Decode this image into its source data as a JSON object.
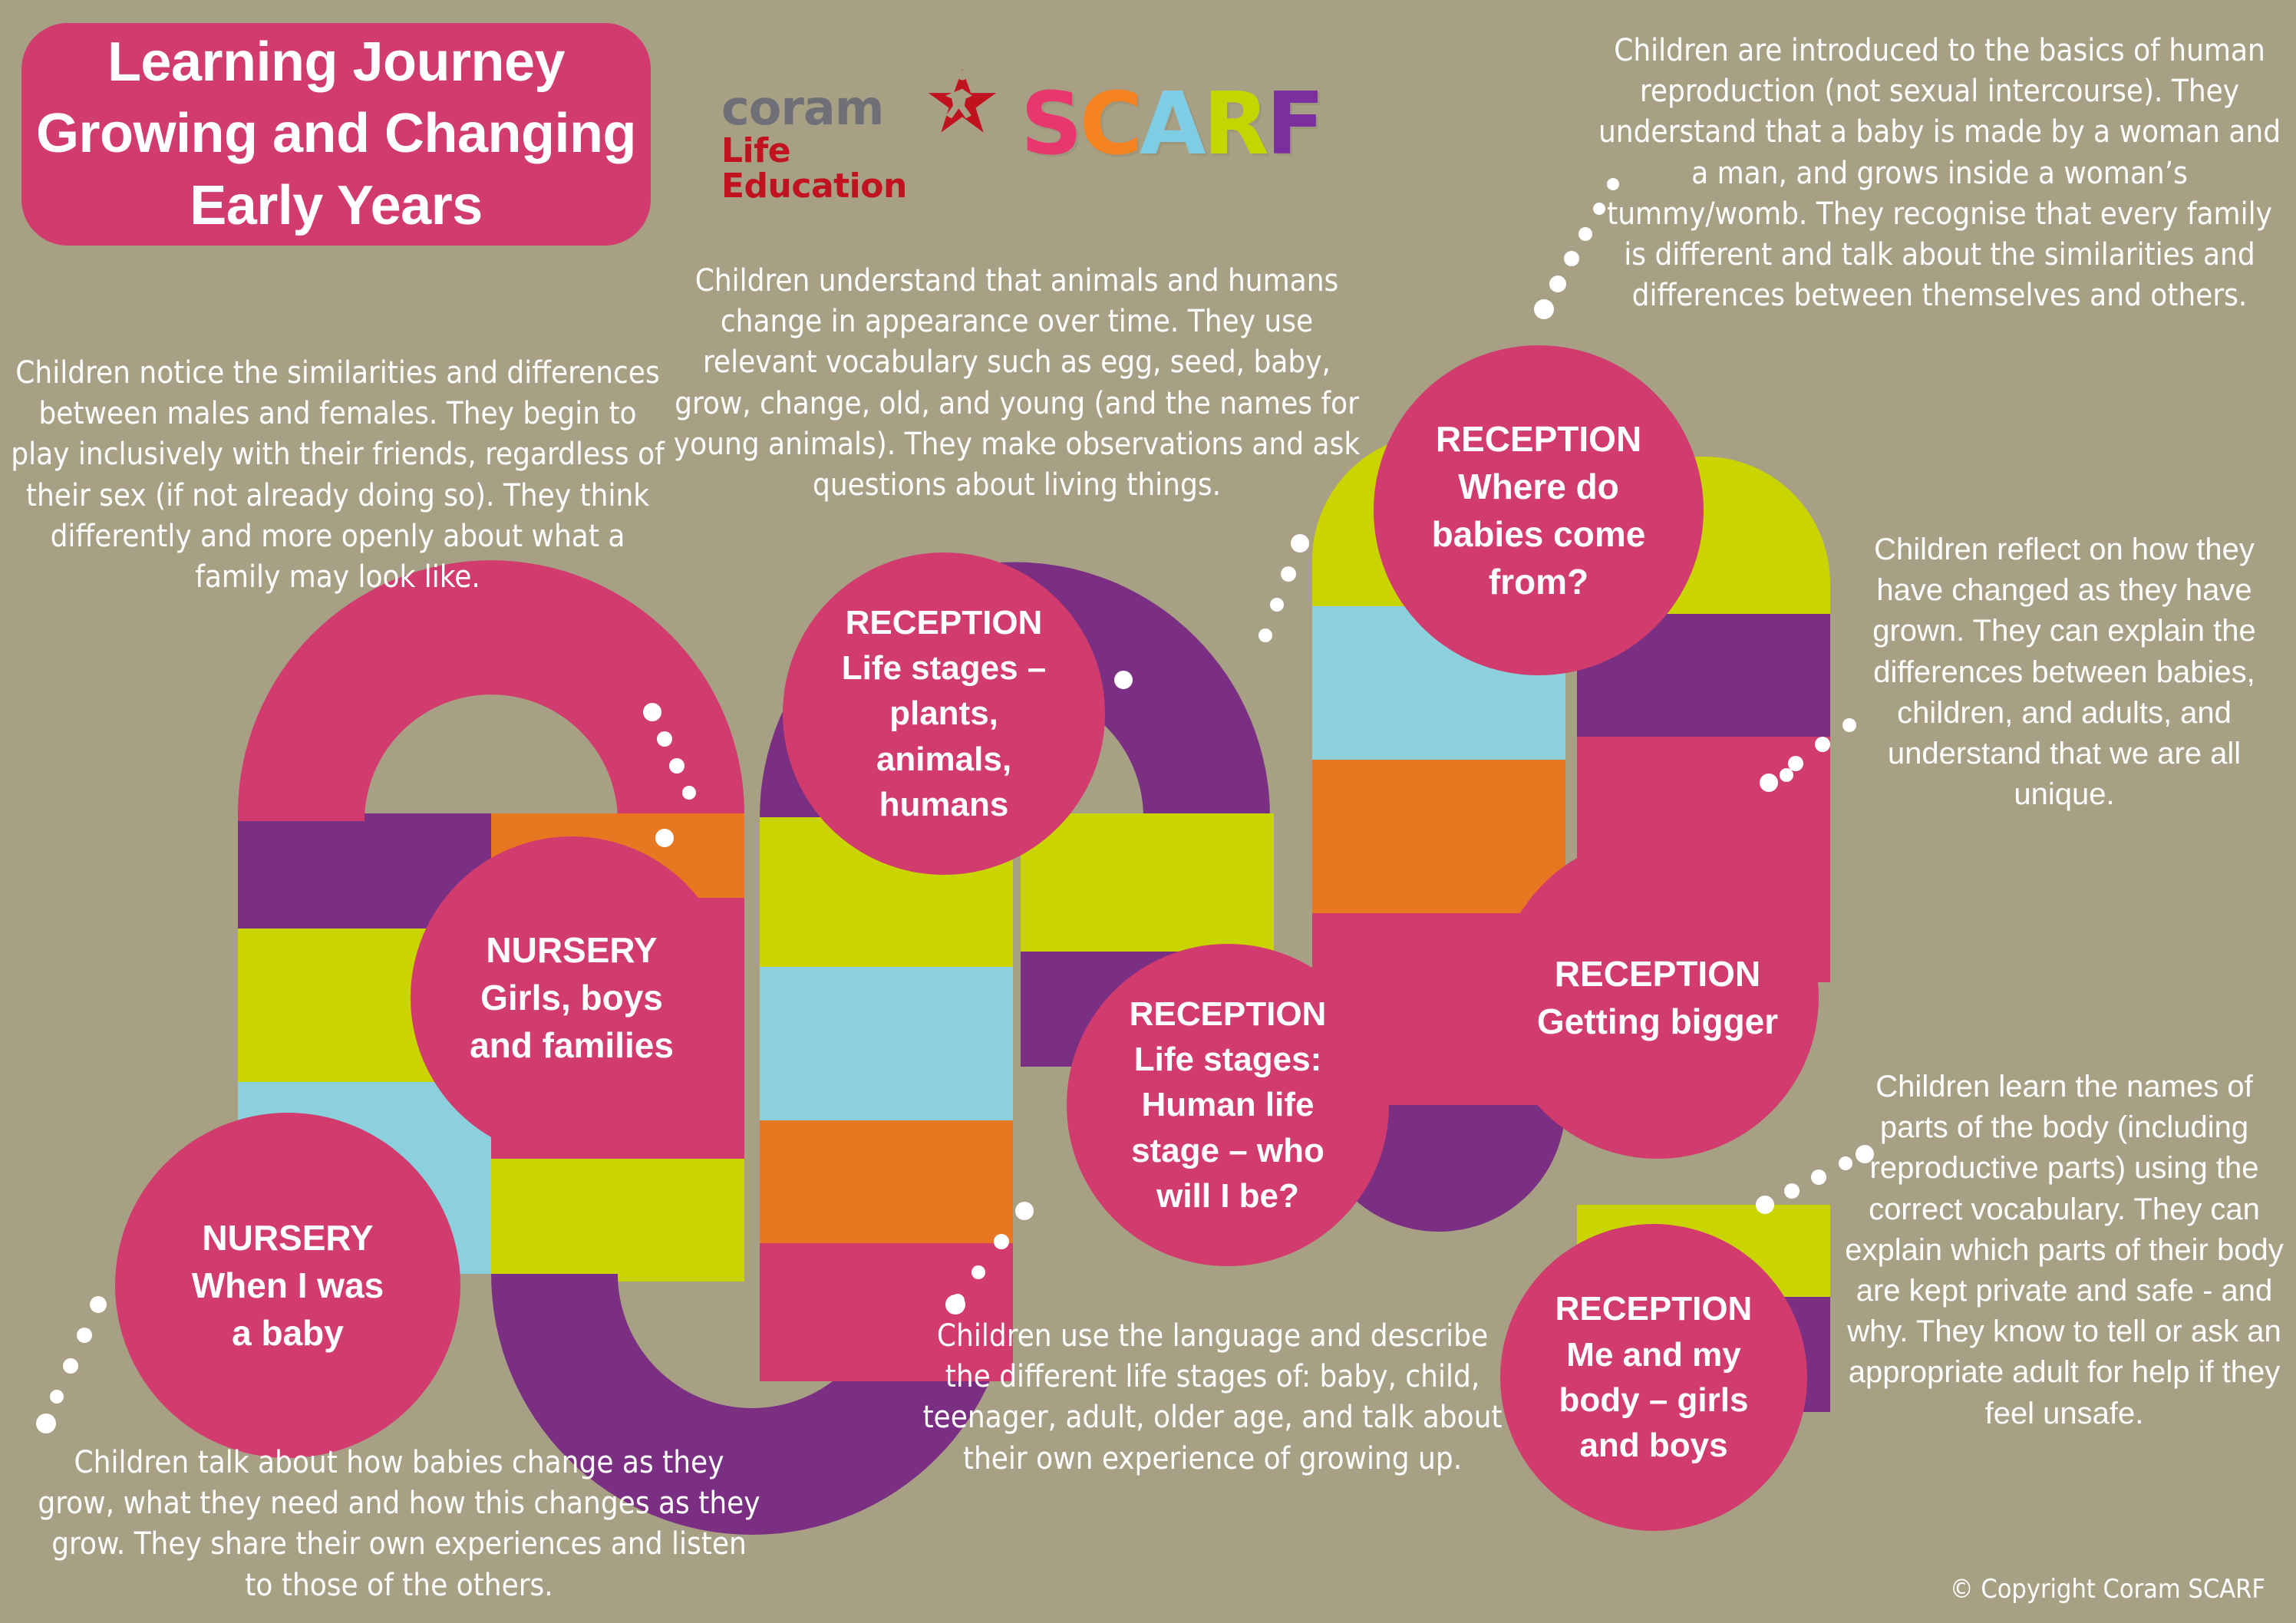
{
  "title": {
    "line1": "Learning Journey",
    "line2": "Growing and Changing",
    "line3": "Early Years"
  },
  "logos": {
    "coram_word": "coram",
    "coram_sub": "Life Education",
    "scarf_letters": [
      {
        "ch": "S",
        "color": "#e8366f"
      },
      {
        "ch": "C",
        "color": "#f58320"
      },
      {
        "ch": "A",
        "color": "#7fcde4"
      },
      {
        "ch": "R",
        "color": "#c3d600"
      },
      {
        "ch": "F",
        "color": "#7b2f9e"
      }
    ]
  },
  "palette": {
    "background": "#a8a084",
    "pink": "#d13b6e",
    "purple": "#7b2f83",
    "lime": "#cad400",
    "blue": "#8ccfdd",
    "orange": "#e87722",
    "white": "#ffffff"
  },
  "nodes": [
    {
      "id": "nursery-when-i-was-a-baby",
      "stage": "NURSERY",
      "topic": "When I was\na baby"
    },
    {
      "id": "nursery-girls-boys-families",
      "stage": "NURSERY",
      "topic": "Girls, boys\nand families"
    },
    {
      "id": "reception-life-stages-plants",
      "stage": "RECEPTION",
      "topic": "Life stages –\nplants,\nanimals,\nhumans"
    },
    {
      "id": "reception-human-life-stage",
      "stage": "RECEPTION",
      "topic": "Life stages:\nHuman life\nstage – who\nwill I be?"
    },
    {
      "id": "reception-where-do-babies-come-from",
      "stage": "RECEPTION",
      "topic": "Where do\nbabies come\nfrom?"
    },
    {
      "id": "reception-getting-bigger",
      "stage": "RECEPTION",
      "topic": "Getting bigger"
    },
    {
      "id": "reception-me-and-my-body",
      "stage": "RECEPTION",
      "topic": "Me and my\nbody – girls\nand boys"
    }
  ],
  "descriptions": {
    "males_females": "Children notice the similarities and differences between males and females. They begin to play inclusively with their friends, regardless of their sex (if not already doing so). They think differently and more openly about what a family may look like.",
    "animals_humans_change": "Children understand that animals and humans change in appearance over time. They use relevant vocabulary such as egg, seed, baby, grow, change, old, and young (and the names for young animals). They make observations and ask questions about living things.",
    "human_reproduction": "Children are introduced to the basics of human reproduction (not sexual intercourse). They understand that a baby is made by a woman and a man, and grows inside a woman’s tummy/womb. They recognise that every family is different and talk about the similarities and differences between themselves and others.",
    "reflect_on_change": "Children reflect on how they have changed as they have grown. They can explain the differences between babies, children, and adults, and understand that we are all unique.",
    "body_parts_names": "Children learn the names of parts of the body (including reproductive parts) using the correct vocabulary. They can explain which parts of their body are kept private and safe - and why. They know to tell or ask an appropriate adult for help if they feel unsafe.",
    "babies_change": "Children talk about how babies change as they grow, what they need and how this changes as they grow. They share their own experiences and listen to those of the others.",
    "life_stage_language": "Children use the language and describe the different life stages of: baby, child, teenager, adult, older age, and talk about their own experience of growing up."
  },
  "copyright": "© Copyright Coram SCARF"
}
